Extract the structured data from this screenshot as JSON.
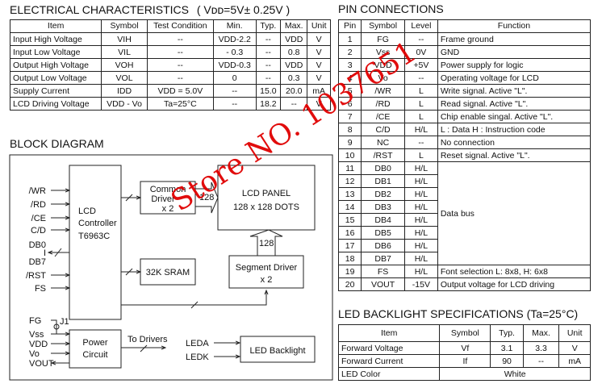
{
  "electrical": {
    "title": "ELECTRICAL CHARACTERISTICS",
    "condition": "( Vᴅᴅ=5V± 0.25V )",
    "headers": [
      "Item",
      "Symbol",
      "Test Condition",
      "Min.",
      "Typ.",
      "Max.",
      "Unit"
    ],
    "rows": [
      [
        "Input  High Voltage",
        "VIH",
        "--",
        "VDD-2.2",
        "--",
        "VDD",
        "V"
      ],
      [
        "Input  Low Voltage",
        "VIL",
        "--",
        "- 0.3",
        "--",
        "0.8",
        "V"
      ],
      [
        "Output High Voltage",
        "VOH",
        "--",
        "VDD-0.3",
        "--",
        "VDD",
        "V"
      ],
      [
        "Output Low Voltage",
        "VOL",
        "--",
        "0",
        "--",
        "0.3",
        "V"
      ],
      [
        "Supply Current",
        "IDD",
        "VDD = 5.0V",
        "--",
        "15.0",
        "20.0",
        "mA"
      ],
      [
        "LCD Driving Voltage",
        "VDD - Vo",
        "Ta=25°C",
        "--",
        "18.2",
        "--",
        "V"
      ]
    ]
  },
  "pins": {
    "title": "PIN CONNECTIONS",
    "headers": [
      "Pin",
      "Symbol",
      "Level",
      "Function"
    ],
    "rows": [
      [
        "1",
        "FG",
        "--",
        "Frame ground"
      ],
      [
        "2",
        "Vss",
        "0V",
        "GND"
      ],
      [
        "3",
        "VDD",
        "+5V",
        "Power supply for logic"
      ],
      [
        "4",
        "Vo",
        "--",
        "Operating voltage for LCD"
      ],
      [
        "5",
        "/WR",
        "L",
        "Write signal. Active \"L\"."
      ],
      [
        "6",
        "/RD",
        "L",
        "Read signal. Active \"L\"."
      ],
      [
        "7",
        "/CE",
        "L",
        "Chip enable singal. Active \"L\"."
      ],
      [
        "8",
        "C/D",
        "H/L",
        "L : Data    H : Instruction code"
      ],
      [
        "9",
        "NC",
        "--",
        "No connection"
      ],
      [
        "10",
        "/RST",
        "L",
        "Reset signal. Active \"L\"."
      ],
      [
        "11",
        "DB0",
        "H/L",
        "Data bus"
      ],
      [
        "12",
        "DB1",
        "H/L",
        ""
      ],
      [
        "13",
        "DB2",
        "H/L",
        ""
      ],
      [
        "14",
        "DB3",
        "H/L",
        ""
      ],
      [
        "15",
        "DB4",
        "H/L",
        ""
      ],
      [
        "16",
        "DB5",
        "H/L",
        ""
      ],
      [
        "17",
        "DB6",
        "H/L",
        ""
      ],
      [
        "18",
        "DB7",
        "H/L",
        ""
      ],
      [
        "19",
        "FS",
        "H/L",
        "Font selection   L: 8x8, H: 6x8"
      ],
      [
        "20",
        "VOUT",
        "-15V",
        "Output voltage for LCD driving"
      ]
    ]
  },
  "led": {
    "title": "LED BACKLIGHT SPECIFICATIONS (Ta=25°C)",
    "headers": [
      "Item",
      "Symbol",
      "Typ.",
      "Max.",
      "Unit"
    ],
    "rows": [
      [
        "Forward Voltage",
        "Vf",
        "3.1",
        "3.3",
        "V"
      ],
      [
        "Forward Current",
        "If",
        "90",
        "--",
        "mA"
      ]
    ],
    "color_label": "LED Color",
    "color_value": "White"
  },
  "block": {
    "title": "BLOCK DIAGRAM",
    "controller": [
      "LCD",
      "Controller",
      "T6963C"
    ],
    "common": [
      "Common",
      "Driver",
      "x 2"
    ],
    "panel": [
      "LCD  PANEL",
      "128 x 128 DOTS"
    ],
    "sram": "32K SRAM",
    "segment": [
      "Segment Driver",
      "x 2"
    ],
    "power": [
      "Power",
      "Circuit"
    ],
    "backlight": "LED Backlight",
    "bus128a": "128",
    "bus128b": "128",
    "to_drivers": "To Drivers",
    "leda": "LEDA",
    "ledk": "LEDK",
    "j1": "J1",
    "signals": [
      "/WR",
      "/RD",
      "/CE",
      "C/D",
      "DB0",
      "I",
      "DB7",
      "/RST",
      "FS"
    ],
    "power_pins": [
      "FG",
      "Vss",
      "VDD",
      "Vo",
      "VOUT"
    ]
  },
  "watermark": "Store NO. 1037651"
}
